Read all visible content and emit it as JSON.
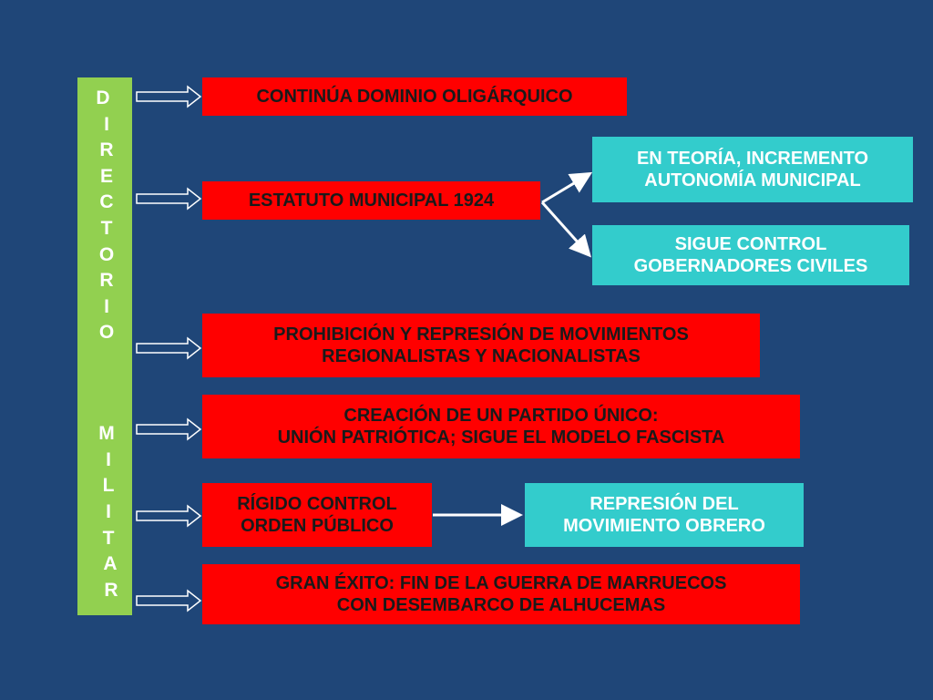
{
  "sidebar": {
    "letters": [
      "D",
      "I",
      "R",
      "E",
      "C",
      "T",
      "O",
      "R",
      "I",
      "O",
      "M",
      "I",
      "L",
      "I",
      "T",
      "A",
      "R"
    ]
  },
  "boxes": {
    "dominio": {
      "lines": [
        "CONTINÚA DOMINIO OLIGÁRQUICO"
      ]
    },
    "estatuto": {
      "lines": [
        "ESTATUTO MUNICIPAL 1924"
      ]
    },
    "teoria": {
      "lines": [
        "EN TEORÍA, INCREMENTO",
        "AUTONOMÍA MUNICIPAL"
      ]
    },
    "sigue": {
      "lines": [
        "SIGUE CONTROL",
        "GOBERNADORES CIVILES"
      ]
    },
    "prohibicion": {
      "lines": [
        "PROHIBICIÓN Y REPRESIÓN DE MOVIMIENTOS",
        "REGIONALISTAS Y NACIONALISTAS"
      ]
    },
    "partido": {
      "lines": [
        "CREACIÓN DE UN PARTIDO ÚNICO:",
        "UNIÓN PATRIÓTICA; SIGUE EL MODELO FASCISTA"
      ]
    },
    "rigido": {
      "lines": [
        "RÍGIDO CONTROL",
        "ORDEN PÚBLICO"
      ]
    },
    "represion": {
      "lines": [
        "REPRESIÓN DEL",
        "MOVIMIENTO OBRERO"
      ]
    },
    "exito": {
      "lines": [
        "GRAN ÉXITO: FIN DE LA GUERRA DE MARRUECOS",
        "CON DESEMBARCO DE ALHUCEMAS"
      ]
    }
  },
  "colors": {
    "background": "#1f4678",
    "sidebar": "#92d050",
    "red_box": "#ff0000",
    "cyan_box": "#33cccc",
    "arrow": "#ffffff"
  }
}
